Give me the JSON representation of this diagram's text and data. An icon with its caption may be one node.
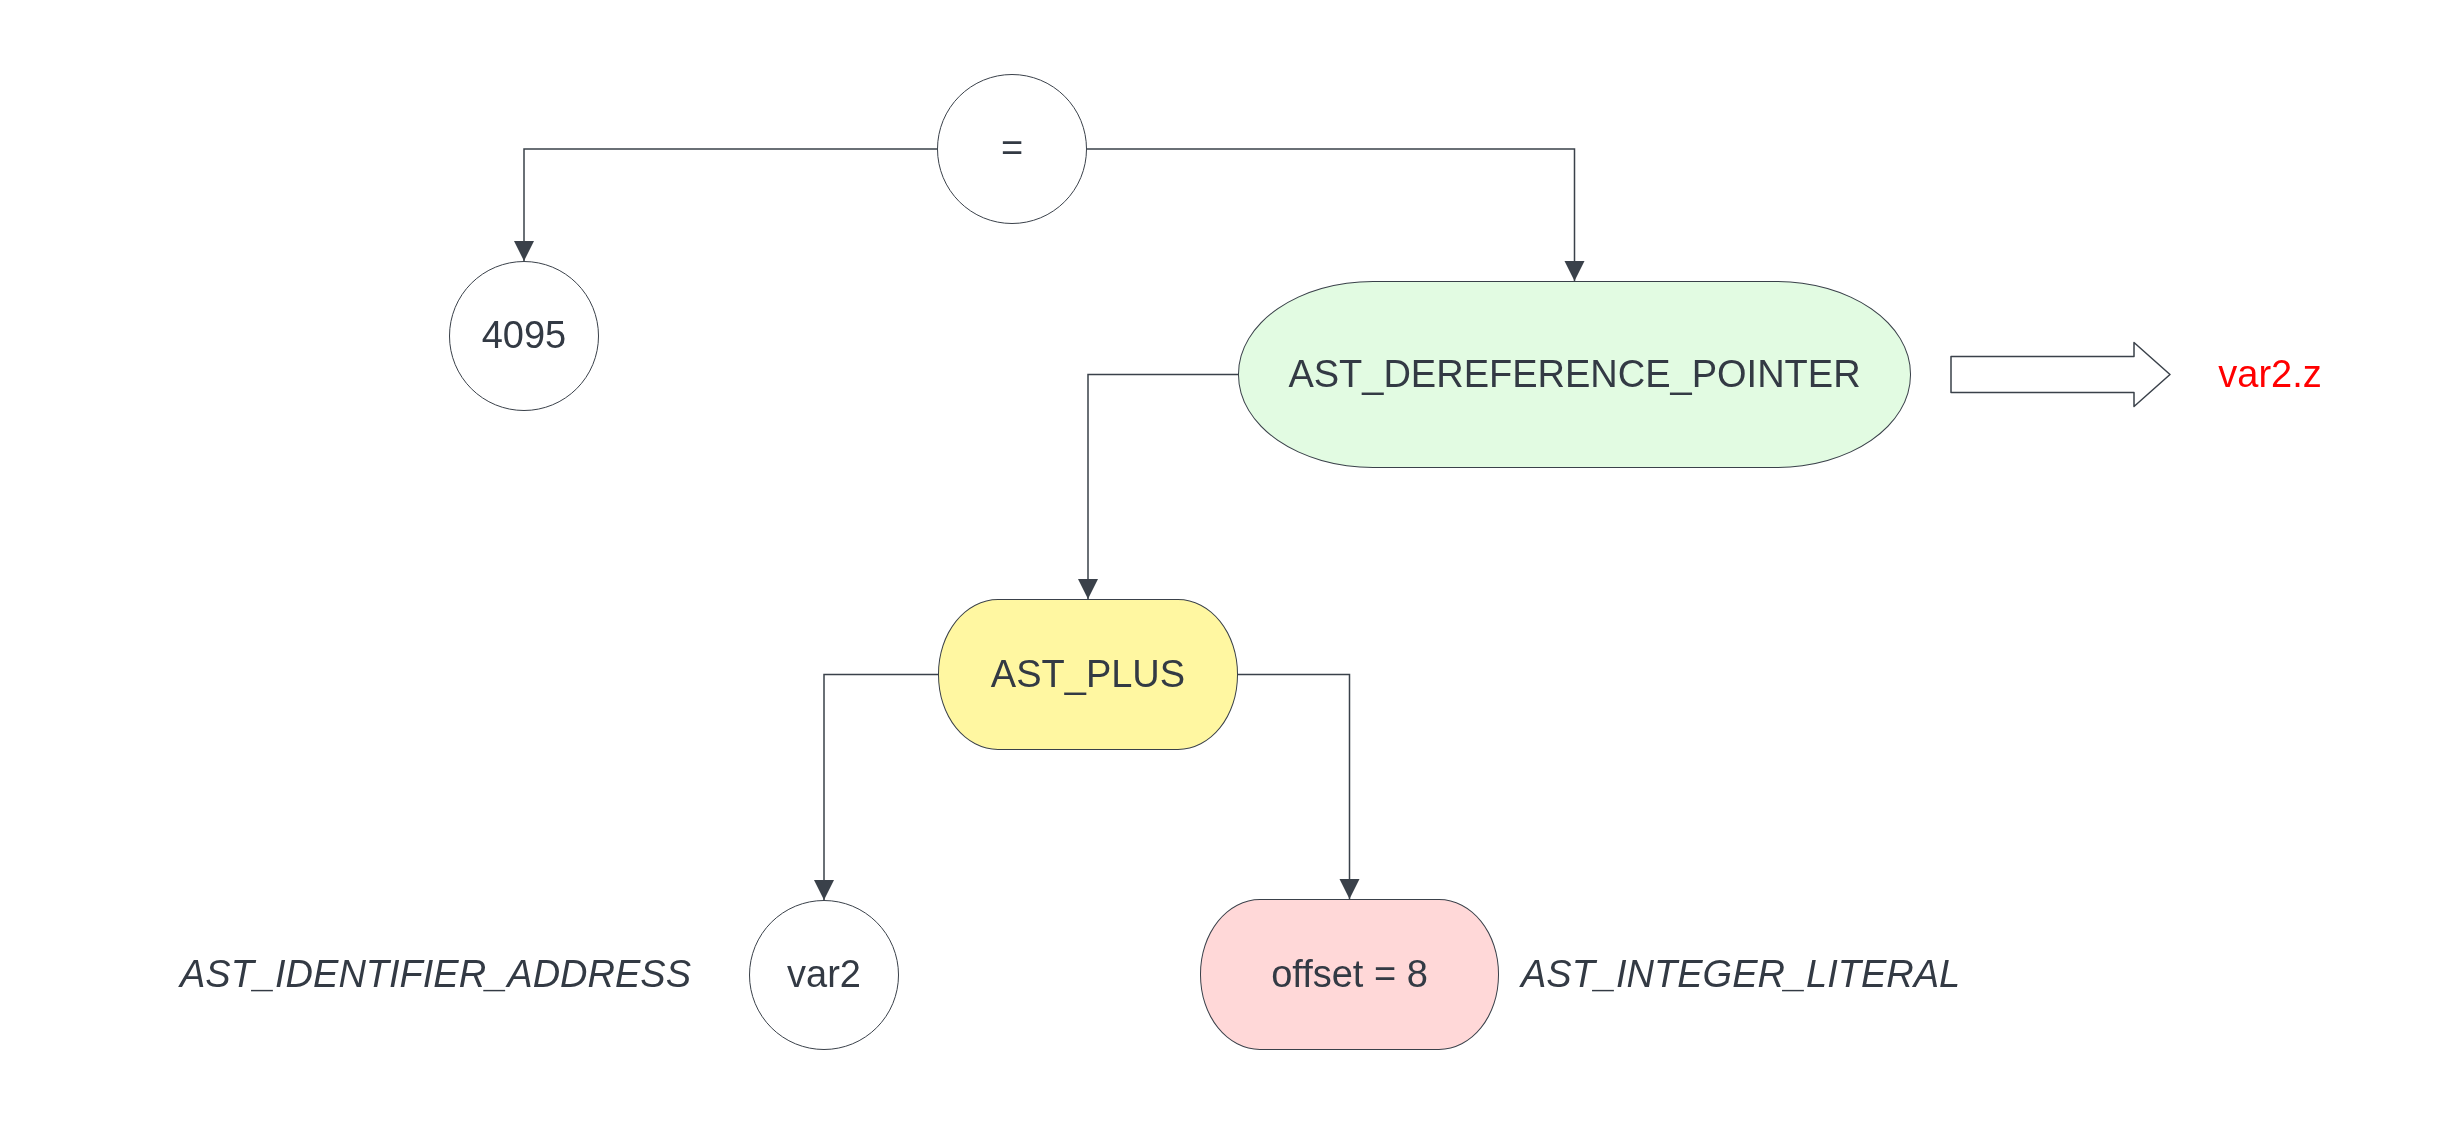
{
  "diagram": {
    "nodes": [
      {
        "text": [
          "="
        ]
      },
      {
        "text": [
          "4095"
        ]
      },
      {
        "text": [
          "AST_DEREFERENCE_POINTER"
        ]
      },
      {
        "text": [
          "var2.z"
        ]
      },
      {
        "text": [
          "AST_PLUS"
        ]
      },
      {
        "text": [
          "var2"
        ],
        "beside": [
          "AST_IDENTIFIER_ADDRESS"
        ]
      },
      {
        "text": [
          "offset = 8"
        ],
        "beside": [
          "AST_INTEGER_LITERAL"
        ]
      }
    ],
    "edges": [
      {
        "from": 0,
        "to": 1,
        "arrow": "to"
      },
      {
        "from": 0,
        "to": 2,
        "arrow": "to"
      },
      {
        "from": 2,
        "to": 4,
        "arrow": "to"
      },
      {
        "from": 2,
        "to": 3,
        "arrow": "to",
        "style": "thick"
      },
      {
        "from": 4,
        "to": 5,
        "arrow": "to"
      },
      {
        "from": 4,
        "to": 6,
        "arrow": "to"
      }
    ]
  }
}
